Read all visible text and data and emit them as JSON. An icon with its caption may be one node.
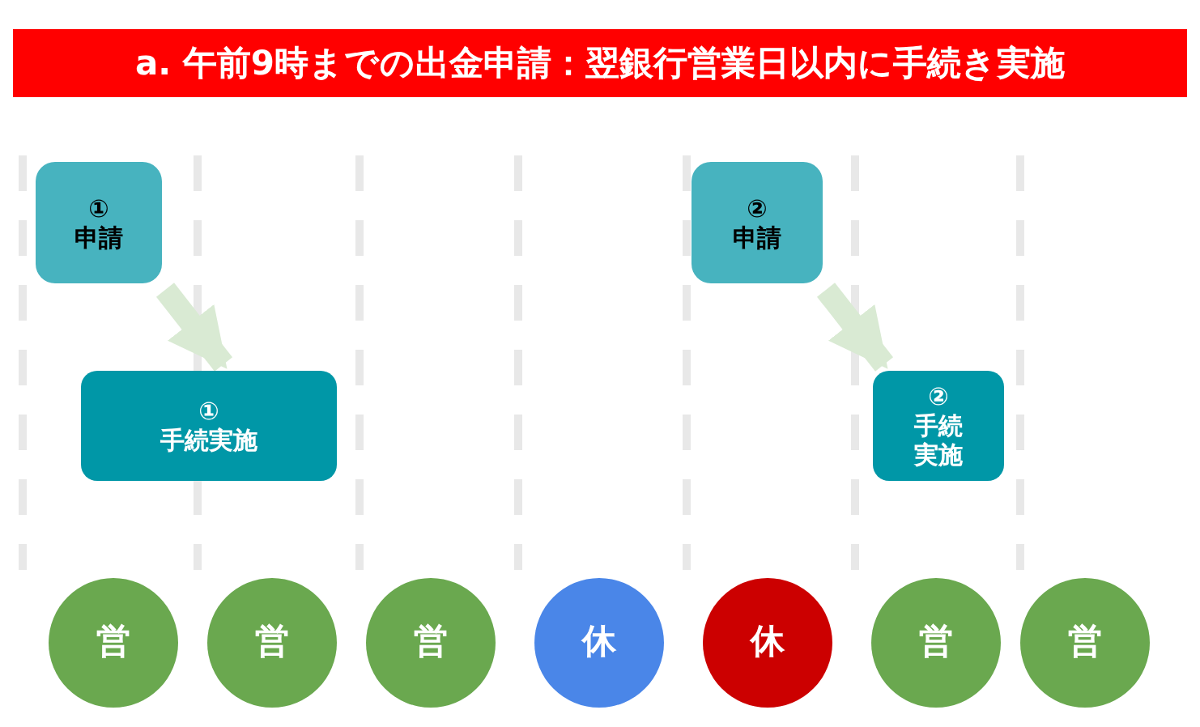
{
  "diagram": {
    "title": "a. 午前9時までの出金申請：翌銀行営業日以内に手続き実施",
    "nodes": [
      {
        "text": [
          "①",
          "申請"
        ]
      },
      {
        "text": [
          "②",
          "申請"
        ]
      },
      {
        "text": [
          "①",
          "手続実施"
        ]
      },
      {
        "text": [
          "②",
          "手続実施"
        ]
      },
      {
        "text": [
          "営"
        ]
      },
      {
        "text": [
          "営"
        ]
      },
      {
        "text": [
          "営"
        ]
      },
      {
        "text": [
          "休"
        ]
      },
      {
        "text": [
          "休"
        ]
      },
      {
        "text": [
          "営"
        ]
      },
      {
        "text": [
          "営"
        ]
      }
    ],
    "edges": [
      {
        "from": 0,
        "to": 2,
        "arrow": "to"
      },
      {
        "from": 1,
        "to": 3,
        "arrow": "to"
      }
    ]
  }
}
